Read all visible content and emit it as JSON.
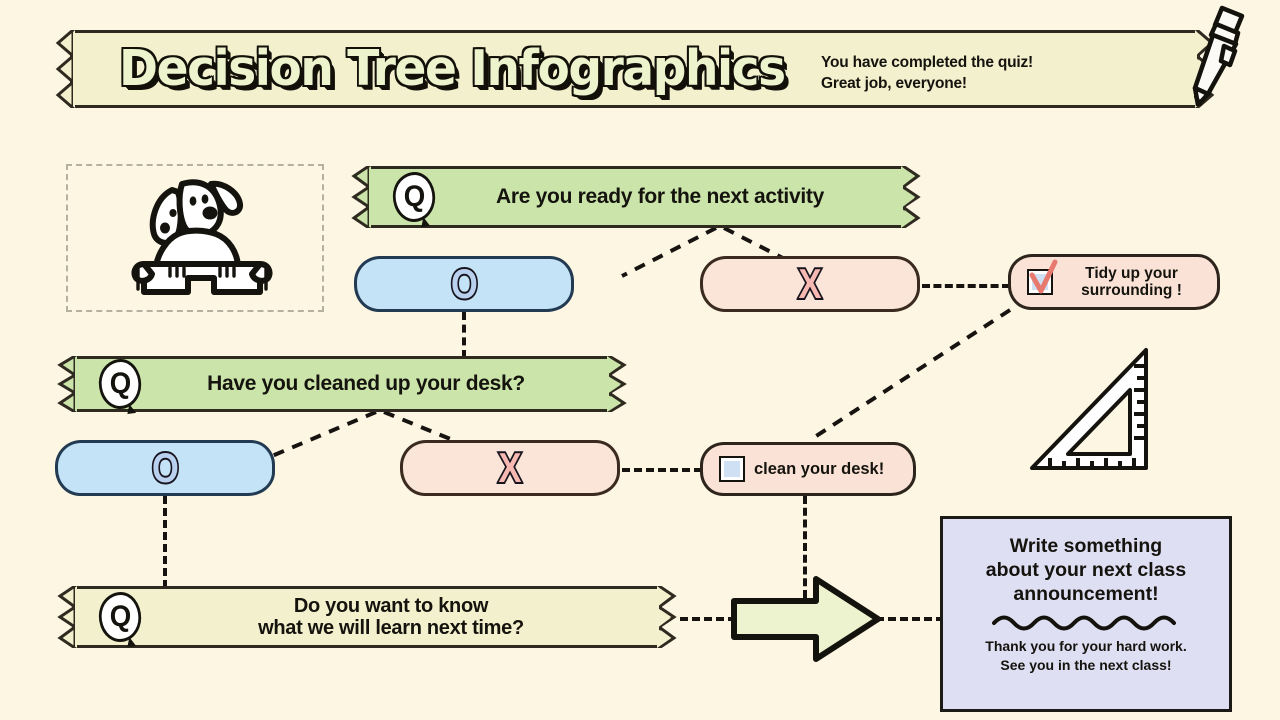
{
  "page": {
    "background_color": "#fdf6e3",
    "title": "Decision Tree Infographics",
    "subtitle": "You have completed the quiz!\nGreat job, everyone!"
  },
  "decorations": {
    "pen_icon": "marker-pen-icon",
    "dog_icon": "dog-illustration",
    "ruler_icon": "triangle-ruler-illustration",
    "arrow_icon": "right-arrow-shape",
    "dog_frame_label": "image-placeholder-frame"
  },
  "colors": {
    "banner_green": "#cbe4aa",
    "banner_cream": "#f3f0cd",
    "chip_o": "#c4e3f7",
    "chip_x": "#fae5d8",
    "task_box": "#fae3d6",
    "note_card": "#dfdff3",
    "arrow": "#eef3cf",
    "title_fill": "#ecf3cd",
    "ink": "#15130e"
  },
  "questions": [
    {
      "badge": "Q",
      "text": "Are you ready for the next activity",
      "style": "green"
    },
    {
      "badge": "Q",
      "text": "Have you cleaned up your desk?",
      "style": "green"
    },
    {
      "badge": "Q",
      "text": "Do you want to know\nwhat we will learn next time?",
      "style": "cream"
    }
  ],
  "answers": [
    {
      "glyph": "O",
      "row": 1,
      "kind": "yes"
    },
    {
      "glyph": "X",
      "row": 1,
      "kind": "no"
    },
    {
      "glyph": "O",
      "row": 2,
      "kind": "yes"
    },
    {
      "glyph": "X",
      "row": 2,
      "kind": "no"
    }
  ],
  "tasks": [
    {
      "text": "Tidy up your\nsurrounding !",
      "checkbox": "checked",
      "icon": "checkbox-checked-icon"
    },
    {
      "text": "clean your desk!",
      "checkbox": "unchecked",
      "icon": "checkbox-empty-icon"
    }
  ],
  "note": {
    "title": "Write something\nabout your next class\nannouncement!",
    "divider": "wavy-divider",
    "subtext": "Thank you for your hard work.\nSee you in the next class!"
  }
}
